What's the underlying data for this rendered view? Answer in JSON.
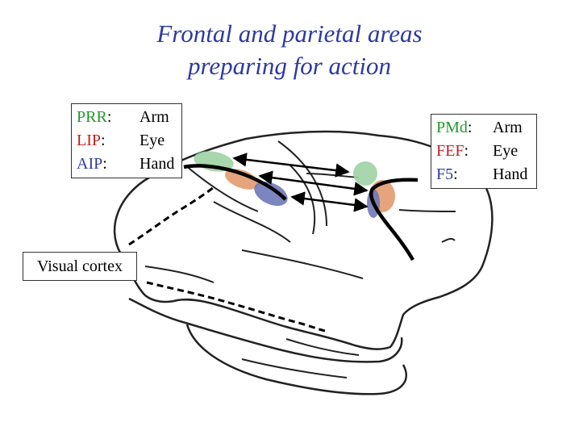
{
  "title": {
    "line1": "Frontal and parietal areas",
    "line2": "preparing for action"
  },
  "colors": {
    "title": "#2e3a9e",
    "arm": "#1f9a2a",
    "eye": "#c41e1e",
    "hand": "#2e3a9e",
    "green_area": "#9fd3a4",
    "orange_area": "#e39a6e",
    "blue_area": "#6f78b8"
  },
  "legend_parietal": [
    {
      "abbr": "PRR",
      "sep": ":",
      "value": "Arm",
      "color": "#1f9a2a"
    },
    {
      "abbr": "LIP",
      "sep": ":",
      "value": "Eye",
      "color": "#c41e1e"
    },
    {
      "abbr": "AIP",
      "sep": ":",
      "value": "Hand",
      "color": "#2e3a9e"
    }
  ],
  "legend_frontal": [
    {
      "abbr": "PMd",
      "sep": ":",
      "value": "Arm",
      "color": "#1f9a2a"
    },
    {
      "abbr": "FEF",
      "sep": ":",
      "value": "Eye",
      "color": "#c41e1e"
    },
    {
      "abbr": "F5",
      "sep": ":",
      "value": "Hand",
      "color": "#2e3a9e"
    }
  ],
  "visual_cortex_label": "Visual cortex"
}
